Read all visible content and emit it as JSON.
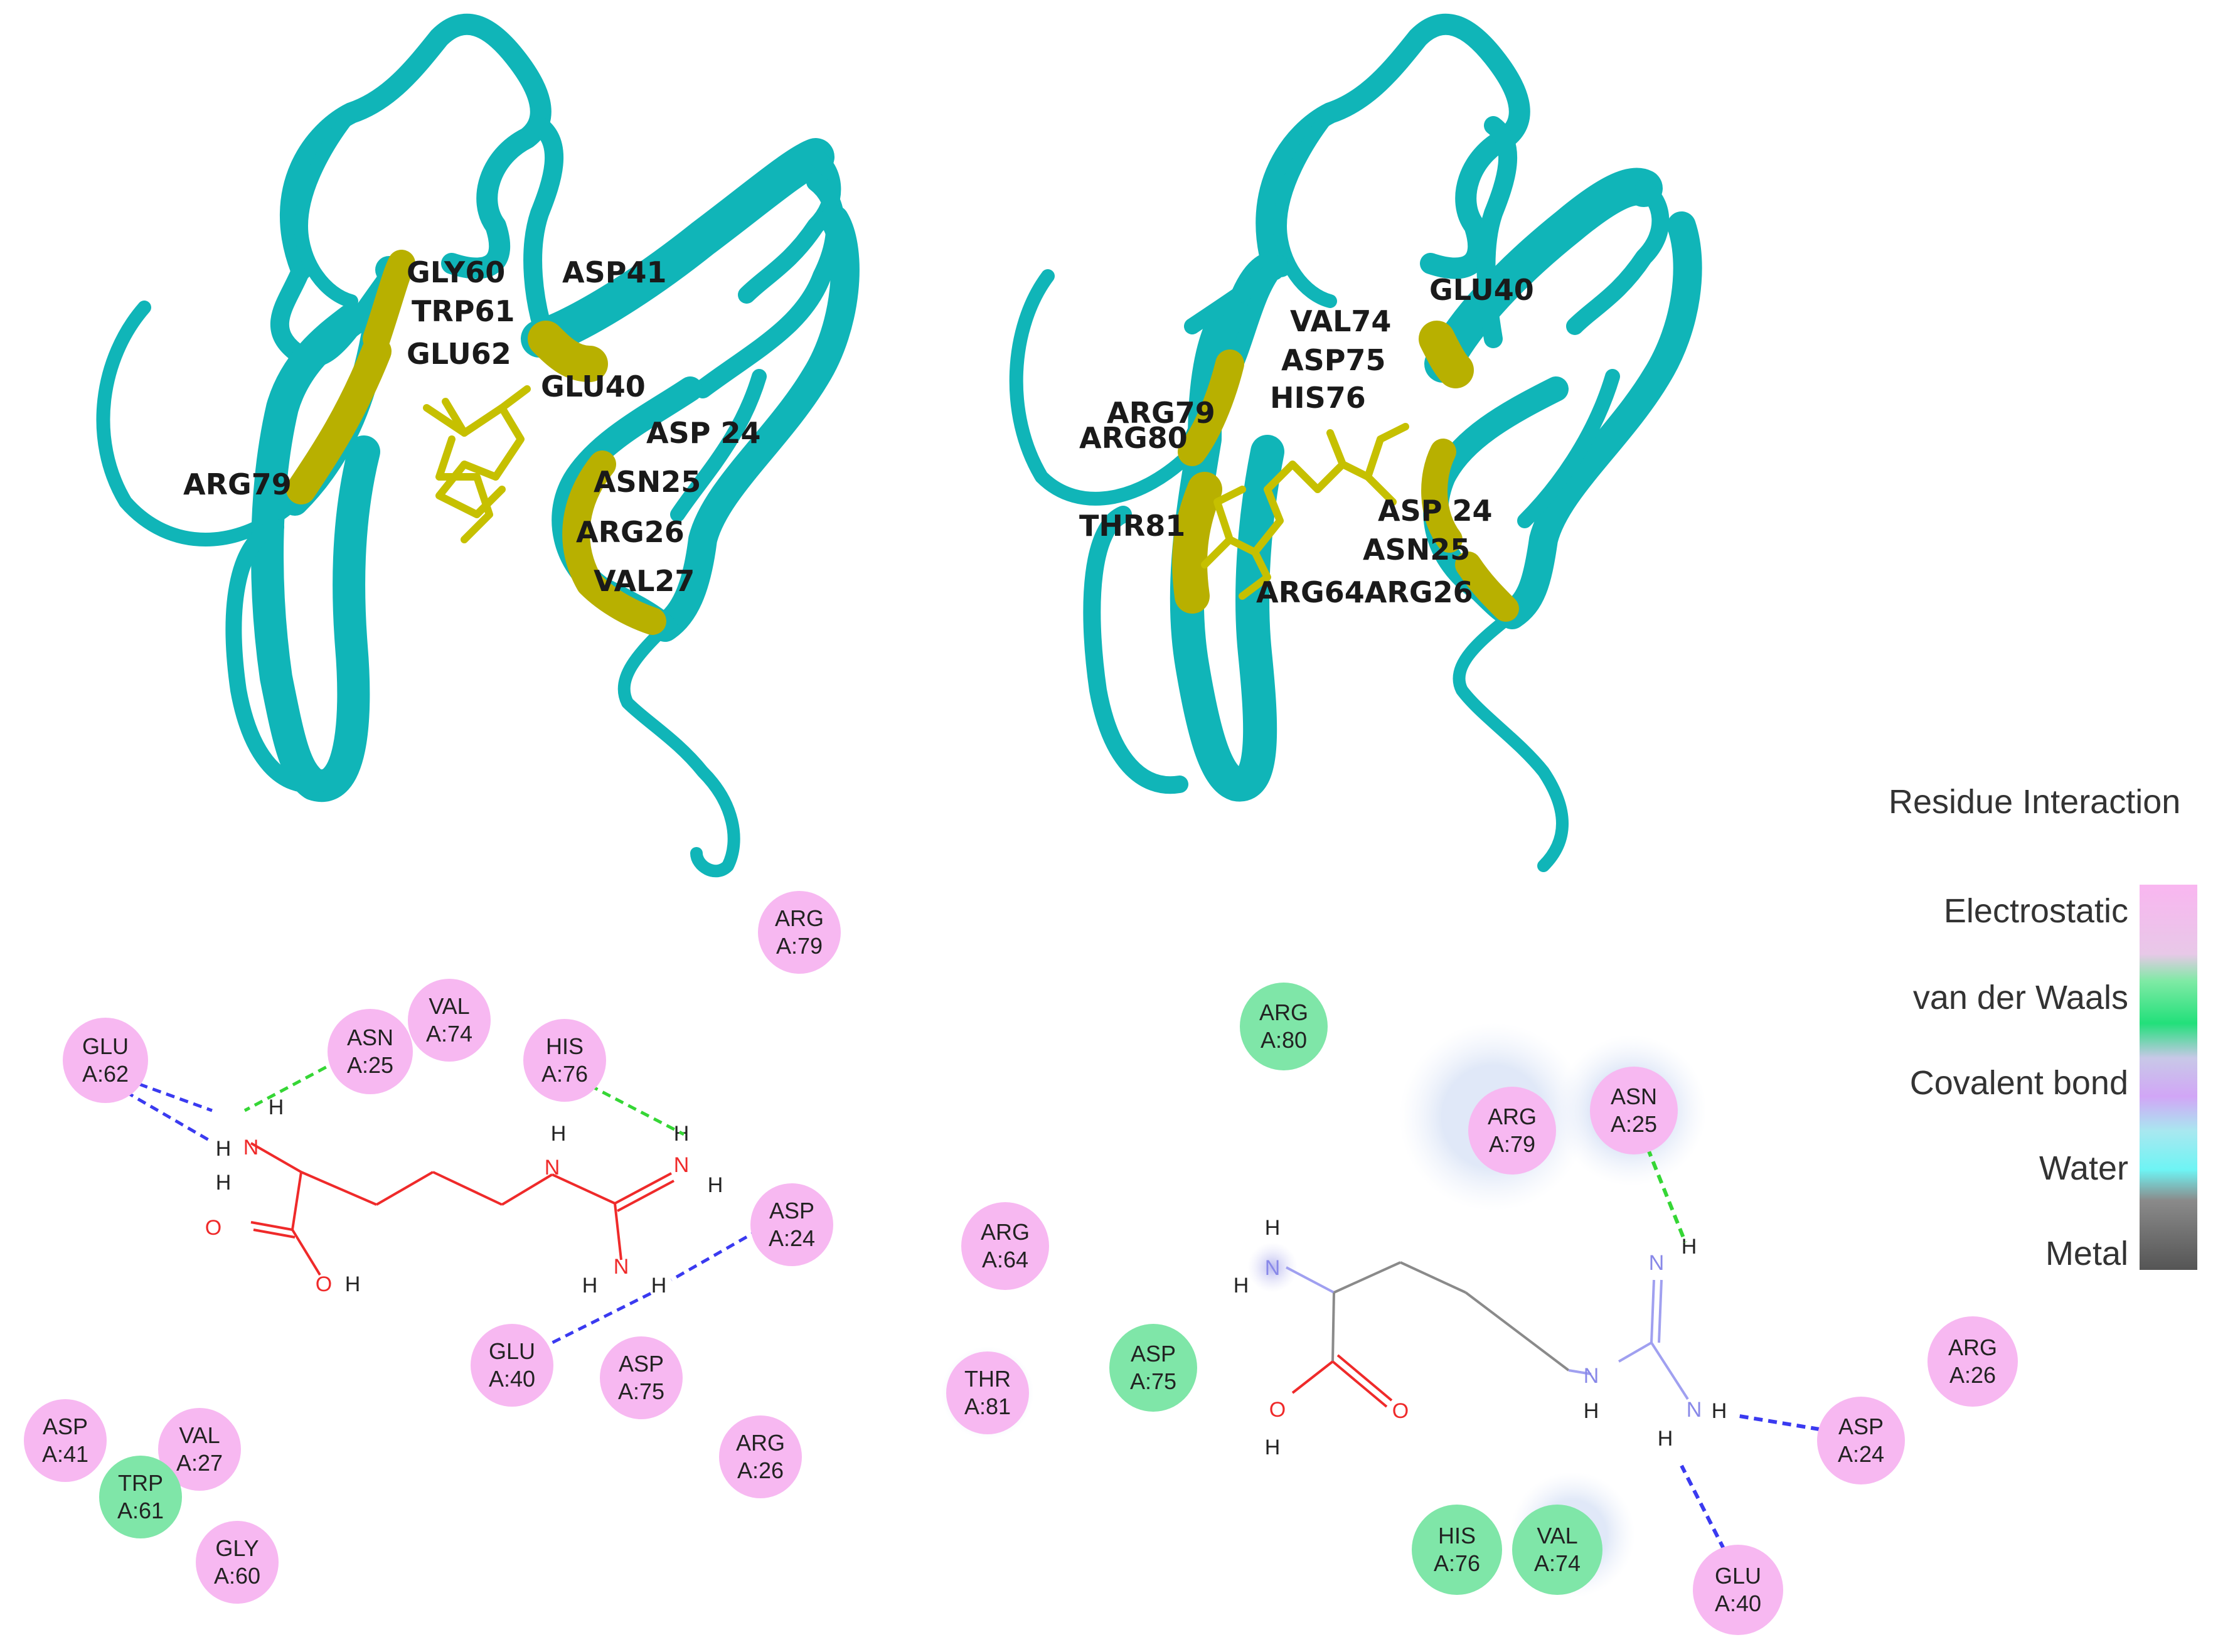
{
  "colors": {
    "ribbon": "#10b5b8",
    "ribbon_dark": "#067f84",
    "highlight": "#b8b000",
    "electrostatic": "#f7b8f1",
    "vdw": "#7fe6a8",
    "covalent": "#d2a8f5",
    "water": "#88f3f3",
    "metal": "#5a5a5a",
    "ligand_left": "#ef2a2a",
    "ligand_right": "#8a8a8a",
    "hbond": "#35d635",
    "salt": "#3a3af0"
  },
  "structure_left": {
    "labels": [
      "GLY60",
      "TRP61",
      "GLU62",
      "ASP41",
      "GLU40",
      "ASP 24",
      "ASN25",
      "ARG26",
      "VAL27",
      "ARG79"
    ]
  },
  "structure_right": {
    "labels": [
      "GLU40",
      "VAL74",
      "ASP75",
      "HIS76",
      "ARG79",
      "ARG80",
      "THR81",
      "ASP 24",
      "ASN25",
      "ARG64ARG26"
    ]
  },
  "diagram_left": {
    "residues": [
      {
        "name": "ARG",
        "id": "A:79",
        "type": "electrostatic"
      },
      {
        "name": "GLU",
        "id": "A:62",
        "type": "electrostatic"
      },
      {
        "name": "ASN",
        "id": "A:25",
        "type": "electrostatic"
      },
      {
        "name": "VAL",
        "id": "A:74",
        "type": "electrostatic"
      },
      {
        "name": "HIS",
        "id": "A:76",
        "type": "electrostatic"
      },
      {
        "name": "ASP",
        "id": "A:24",
        "type": "electrostatic"
      },
      {
        "name": "GLU",
        "id": "A:40",
        "type": "electrostatic"
      },
      {
        "name": "ASP",
        "id": "A:75",
        "type": "electrostatic"
      },
      {
        "name": "ARG",
        "id": "A:26",
        "type": "electrostatic"
      },
      {
        "name": "ASP",
        "id": "A:41",
        "type": "electrostatic"
      },
      {
        "name": "VAL",
        "id": "A:27",
        "type": "electrostatic"
      },
      {
        "name": "TRP",
        "id": "A:61",
        "type": "vdw"
      },
      {
        "name": "GLY",
        "id": "A:60",
        "type": "electrostatic"
      }
    ]
  },
  "diagram_middle": {
    "residues": [
      {
        "name": "ARG",
        "id": "A:80",
        "type": "vdw"
      },
      {
        "name": "ARG",
        "id": "A:64",
        "type": "electrostatic"
      },
      {
        "name": "THR",
        "id": "A:81",
        "type": "electrostatic"
      },
      {
        "name": "ASP",
        "id": "A:75",
        "type": "vdw"
      }
    ]
  },
  "diagram_right": {
    "residues": [
      {
        "name": "ARG",
        "id": "A:79",
        "type": "electrostatic"
      },
      {
        "name": "ASN",
        "id": "A:25",
        "type": "electrostatic"
      },
      {
        "name": "ARG",
        "id": "A:26",
        "type": "electrostatic"
      },
      {
        "name": "ASP",
        "id": "A:24",
        "type": "electrostatic"
      },
      {
        "name": "HIS",
        "id": "A:76",
        "type": "vdw"
      },
      {
        "name": "VAL",
        "id": "A:74",
        "type": "vdw"
      },
      {
        "name": "GLU",
        "id": "A:40",
        "type": "electrostatic"
      }
    ]
  },
  "atoms": {
    "n": "N",
    "h": "H",
    "o": "O"
  },
  "legend": {
    "title": "Residue Interaction",
    "items": [
      "Electrostatic",
      "van der Waals",
      "Covalent bond",
      "Water",
      "Metal"
    ]
  }
}
